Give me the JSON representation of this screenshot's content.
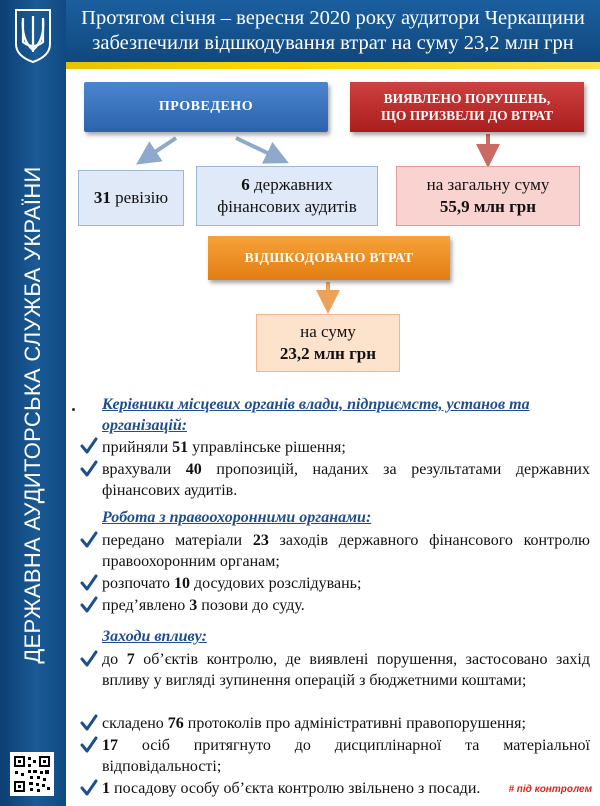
{
  "header": {
    "title_line1": "Протягом січня – вересня 2020 року аудитори Черкащини",
    "title_line2": "забезпечили відшкодування втрат на суму 23,2 млн грн"
  },
  "sidebar": {
    "vertical_title": "ДЕРЖАВНА АУДИТОРСЬКА СЛУЖБА УКРАЇНИ"
  },
  "infographic": {
    "conducted": "ПРОВЕДЕНО",
    "violations_line1": "ВИЯВЛЕНО ПОРУШЕНЬ,",
    "violations_line2": "ЩО ПРИЗВЕЛИ ДО ВТРАТ",
    "revisions_number": "31",
    "revisions_label": "ревізію",
    "audits_number": "6",
    "audits_label_line1": "державних",
    "audits_label_line2": "фінансових аудитів",
    "total_label": "на загальну суму",
    "total_value": "55,9 млн грн",
    "compensated": "ВІДШКОДОВАНО ВТРАТ",
    "compensated_label": "на суму",
    "compensated_value": "23,2 млн грн"
  },
  "sections": [
    {
      "heading": "Керівники місцевих органів влади, підприємств, установ та організацій:",
      "items": [
        {
          "before": "прийняли ",
          "num": "51",
          "after": " управлінське рішення;"
        },
        {
          "before": "врахували ",
          "num": "40",
          "after": " пропозицій, наданих за результатами державних фінансових аудитів."
        }
      ]
    },
    {
      "heading": "Робота з правоохоронними органами:",
      "items": [
        {
          "before": "передано матеріали ",
          "num": "23",
          "after": " заходів державного фінансового контролю правоохоронним органам;"
        },
        {
          "before": "розпочато ",
          "num": "10",
          "after": " досудових розслідувань;"
        },
        {
          "before": "пред’явлено ",
          "num": "3",
          "after": " позови до суду."
        }
      ]
    },
    {
      "heading": "Заходи впливу:",
      "items": [
        {
          "before": "до ",
          "num": "7",
          "after": " об’єктів контролю, де виявлені порушення, застосовано захід впливу у вигляді зупинення операцій з бюджетними коштами;"
        },
        {
          "before": "складено ",
          "num": "76",
          "after": " протоколів про адміністративні правопорушення;"
        },
        {
          "before": "",
          "num": "17",
          "after": " осіб притягнуто до дисциплінарної та матеріальної відповідальності;"
        },
        {
          "before": "",
          "num": "1",
          "after": " посадову особу об’єкта контролю звільнено з посади."
        }
      ]
    }
  ],
  "footer": {
    "tag": "# під контролем"
  },
  "colors": {
    "sidebar_blue": "#114a82",
    "header_stripe_yellow": "#ffd800",
    "conducted_blue": "#2c63ad",
    "violations_red": "#a81e1e",
    "compensated_orange": "#e27e12",
    "heading_blue": "#1f4e8c",
    "check_blue": "#1f4e8c",
    "footer_red": "#e0241c"
  }
}
